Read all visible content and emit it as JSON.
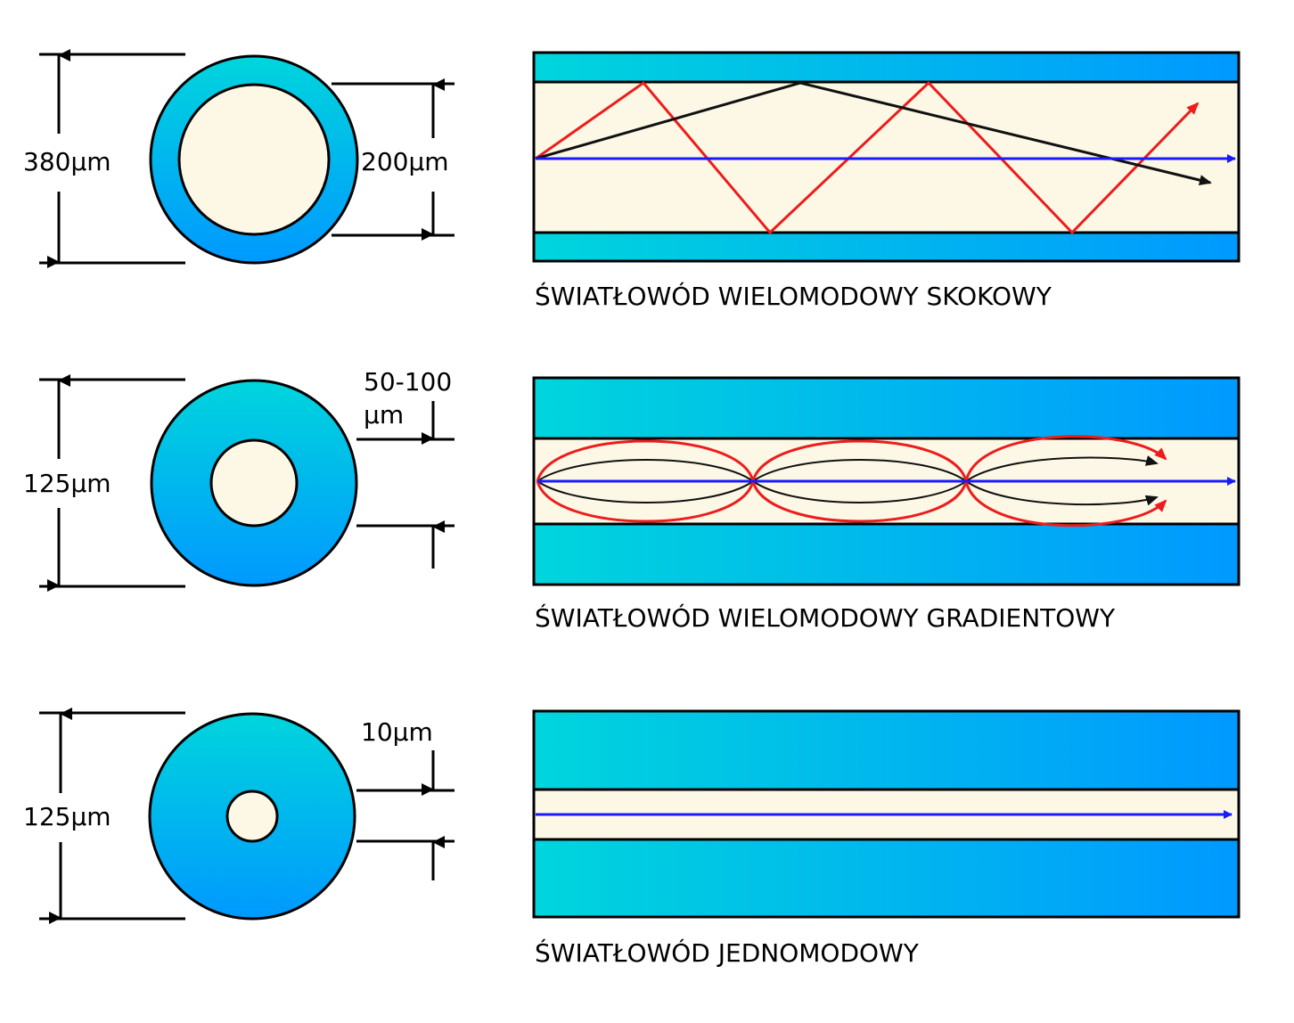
{
  "colors": {
    "core": "#fdf8e6",
    "cladding_light": "#00d5dc",
    "cladding_dark": "#0099ff",
    "ray_axial": "#1a1aff",
    "ray_red": "#ee1c1c",
    "ray_black": "#111111"
  },
  "sections": [
    {
      "caption": "ŚWIATŁOWÓD WIELOMODOWY SKOKOWY",
      "outer_diameter_label": "380µm",
      "core_diameter_label": "200µm"
    },
    {
      "caption": "ŚWIATŁOWÓD WIELOMODOWY GRADIENTOWY",
      "outer_diameter_label": "125µm",
      "core_diameter_label_line1": "50-100",
      "core_diameter_label_line2": "µm"
    },
    {
      "caption": "ŚWIATŁOWÓD JEDNOMODOWY",
      "outer_diameter_label": "125µm",
      "core_diameter_label": "10µm"
    }
  ]
}
